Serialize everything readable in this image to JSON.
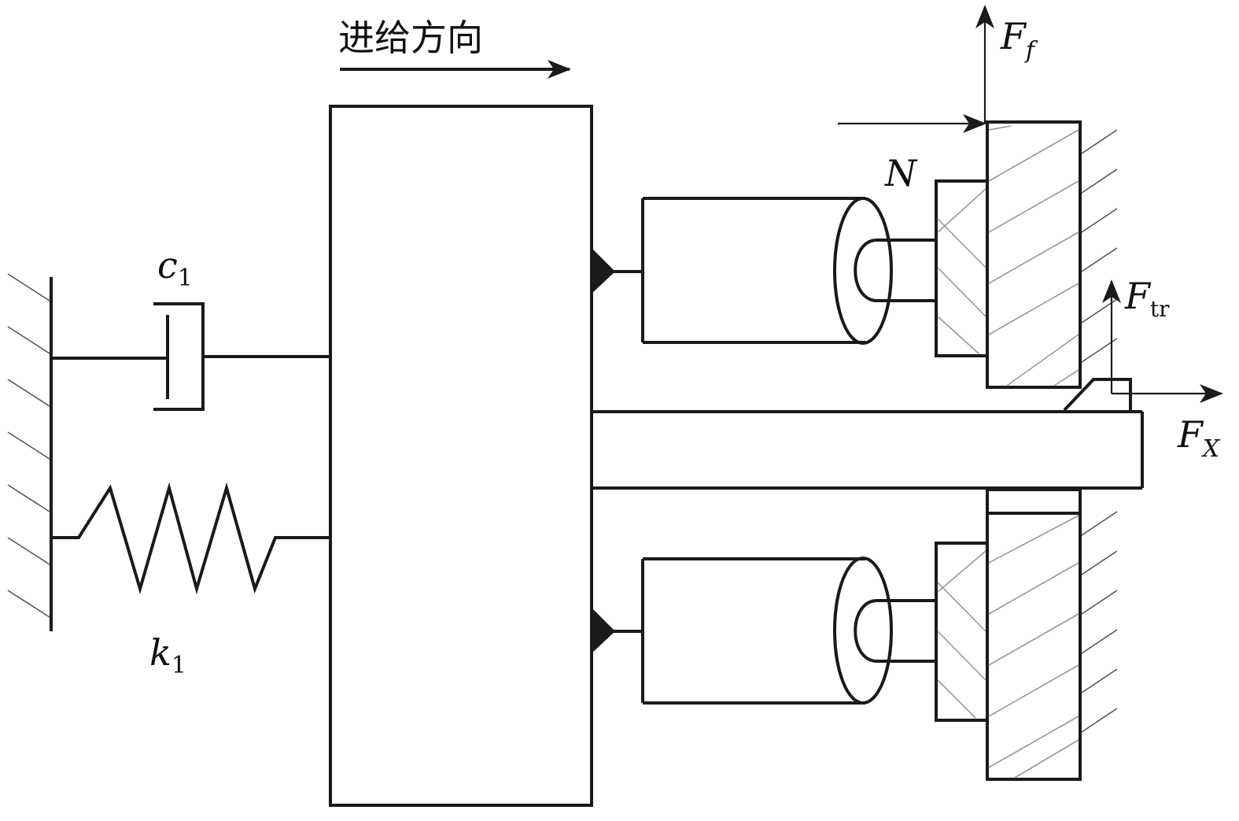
{
  "labels": {
    "feed_direction": "进给方向",
    "damper": {
      "symbol": "c",
      "subscript": "1"
    },
    "spring": {
      "symbol": "k",
      "subscript": "1"
    },
    "normal_force": {
      "symbol": "N"
    },
    "friction_force": {
      "symbol": "F",
      "subscript": "f"
    },
    "tr_force": {
      "symbol": "F",
      "subscript": "tr"
    },
    "x_force": {
      "symbol": "F",
      "subscript": "X"
    }
  },
  "colors": {
    "stroke": "#1a1a1a",
    "hatch": "#555555",
    "background": "#ffffff"
  }
}
